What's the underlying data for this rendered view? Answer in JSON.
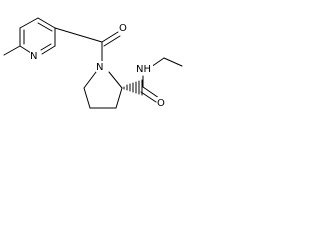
{
  "molecule": {
    "atoms": {
      "n_pyridine": "N",
      "o_carbonyl_top": "O",
      "n_amide": "NH",
      "n_pyrrolidine": "N",
      "o_carbonyl_bottom": "O"
    },
    "colors": {
      "bond": "#000000",
      "label": "#000000",
      "background": "#ffffff"
    }
  }
}
